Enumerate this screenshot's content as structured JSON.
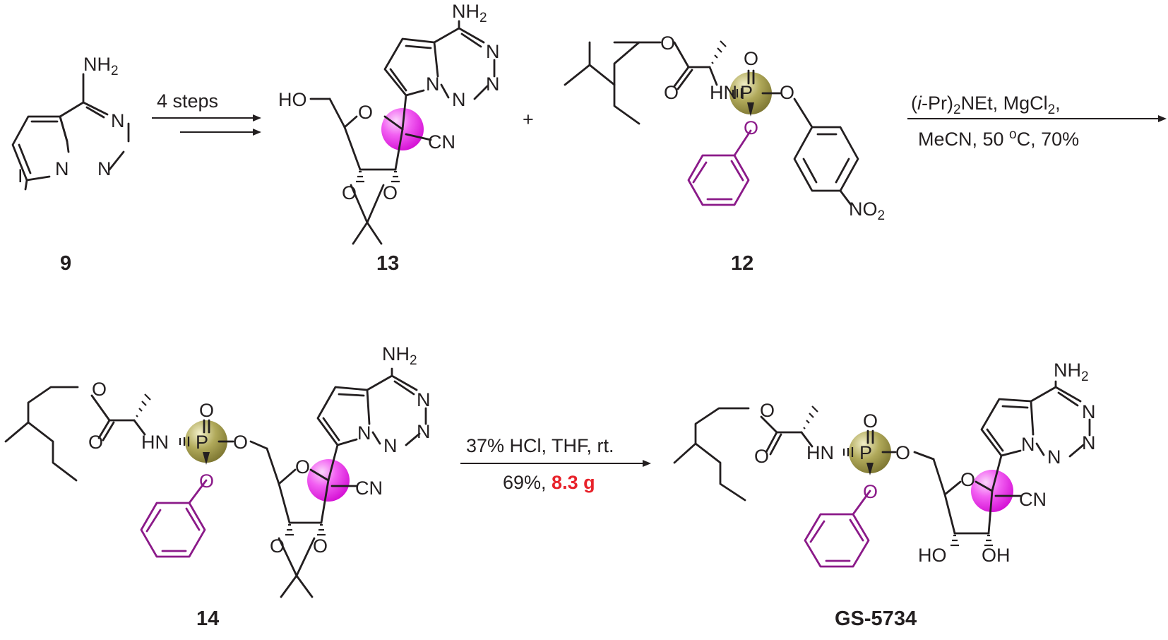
{
  "labels": {
    "c9": "9",
    "c13": "13",
    "c12": "12",
    "c14": "14",
    "gs": "GS-5734",
    "plus": "+"
  },
  "atoms": {
    "nh2": "NH",
    "two": "2",
    "n": "N",
    "i": "I",
    "o": "O",
    "ho": "HO",
    "oh": "OH",
    "hn": "HN",
    "p": "P",
    "cn": "CN",
    "no": "NO"
  },
  "conditions": {
    "step1": "4 steps",
    "step2_line1_prefix": "(",
    "step2_line1_italic": "i",
    "step2_line1_mid": "-Pr)",
    "step2_line1_sub": "2",
    "step2_line1_rest": "NEt, MgCl",
    "step2_line1_sub2": "2",
    "step2_line1_end": ",",
    "step2_line2_a": "MeCN, 50 ",
    "step2_line2_sup": "o",
    "step2_line2_b": "C, 70%",
    "step3_line1": "37% HCl, THF, rt.",
    "step3_line2_a": "69%, ",
    "step3_line2_red": "8.3 g"
  },
  "colors": {
    "ink": "#231f20",
    "phenoxy": "#8b1a89",
    "highlight_center": "#ee00ee",
    "phosphorus_ball": "#a5a04a",
    "yield_red": "#e8222a"
  }
}
